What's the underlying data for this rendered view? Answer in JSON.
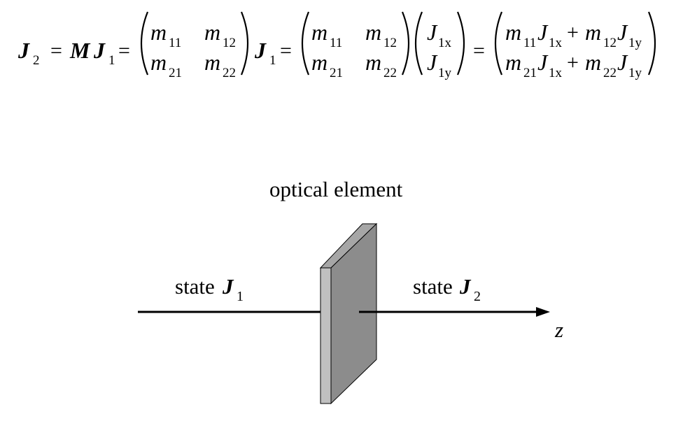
{
  "equation": {
    "lhs": {
      "symbol": "J",
      "subscript": "2"
    },
    "op_equals": "=",
    "product": {
      "m": "M",
      "j": "J",
      "subscript": "1"
    },
    "matrix1": {
      "m11": {
        "base": "m",
        "sub": "11"
      },
      "m12": {
        "base": "m",
        "sub": "12"
      },
      "m21": {
        "base": "m",
        "sub": "21"
      },
      "m22": {
        "base": "m",
        "sub": "22"
      }
    },
    "times_vector": {
      "symbol": "J",
      "subscript": "1"
    },
    "vector": {
      "x": {
        "base": "J",
        "sub": "1x"
      },
      "y": {
        "base": "J",
        "sub": "1y"
      }
    },
    "result": {
      "row1": [
        "m",
        "11",
        "J",
        "1x",
        "+",
        "m",
        "12",
        "J",
        "1y"
      ],
      "row2": [
        "m",
        "21",
        "J",
        "1x",
        "+",
        "m",
        "22",
        "J",
        "1y"
      ]
    }
  },
  "diagram": {
    "element_label": "optical element",
    "input_label": {
      "text": "state ",
      "symbol": "J",
      "subscript": "1"
    },
    "output_label": {
      "text": "state ",
      "symbol": "J",
      "subscript": "2"
    },
    "axis_label": "z",
    "colors": {
      "plate_front": "#8c8c8c",
      "plate_side": "#c0c0c0",
      "plate_top": "#a6a6a6",
      "line": "#000000"
    }
  }
}
